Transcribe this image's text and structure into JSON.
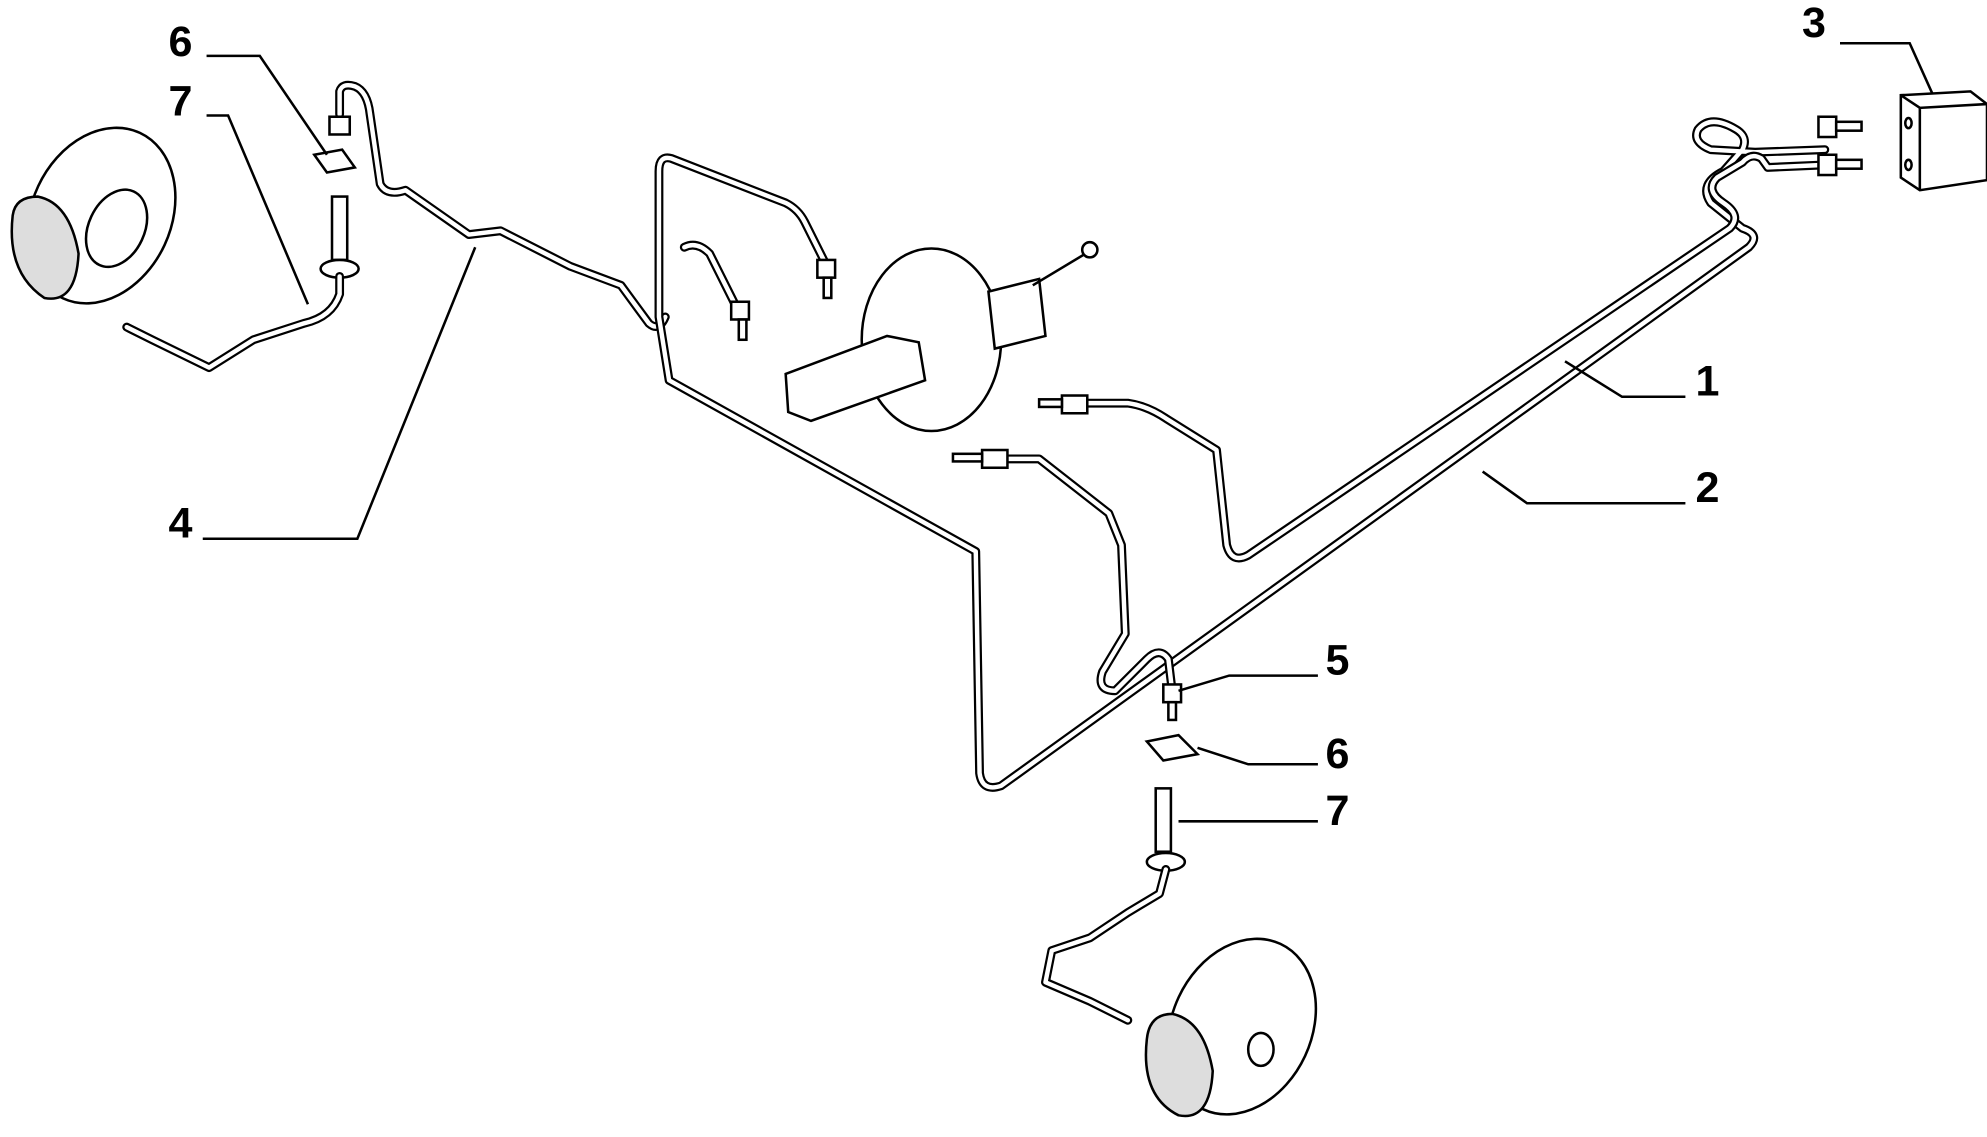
{
  "diagram": {
    "callouts": [
      {
        "id": "1",
        "text": "1"
      },
      {
        "id": "2",
        "text": "2"
      },
      {
        "id": "3",
        "text": "3"
      },
      {
        "id": "4",
        "text": "4"
      },
      {
        "id": "5",
        "text": "5"
      },
      {
        "id": "6a",
        "text": "6"
      },
      {
        "id": "7a",
        "text": "7"
      },
      {
        "id": "6b",
        "text": "6"
      },
      {
        "id": "7b",
        "text": "7"
      }
    ]
  }
}
